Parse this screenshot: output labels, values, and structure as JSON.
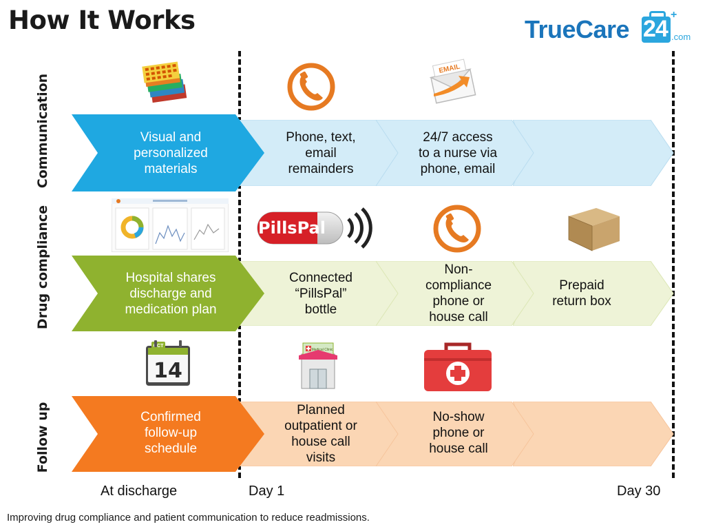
{
  "title": "How It Works",
  "logo": {
    "text": "TrueCare",
    "number": "24",
    "plus": "+",
    "suffix": ".com"
  },
  "rows": [
    {
      "label": "Communication",
      "cells": [
        "Visual and\npersonalized\nmaterials",
        "Phone, text,\nemail\nremainders",
        "24/7 access\nto a nurse via\nphone, email",
        ""
      ]
    },
    {
      "label": "Drug compliance",
      "cells": [
        "Hospital shares\ndischarge and\nmedication plan",
        "Connected\n“PillsPal”\nbottle",
        "Non-\ncompliance\nphone or\nhouse call",
        "Prepaid\nreturn box"
      ]
    },
    {
      "label": "Follow up",
      "cells": [
        "Confirmed\nfollow-up\nschedule",
        "Planned\noutpatient or\nhouse call\nvisits",
        "No-show\nphone or\nhouse call",
        ""
      ]
    }
  ],
  "icons": {
    "pillspal_text": "PillsPal",
    "calendar_month": "OCT",
    "calendar_day": "14",
    "email_text": "EMAIL",
    "clinic_sign": "Medical Clinic"
  },
  "timeline": {
    "start": "At discharge",
    "day1": "Day 1",
    "day30": "Day 30"
  },
  "footer": "Improving drug compliance and patient communication to reduce readmissions.",
  "colors": {
    "comm_main": "#1fa8e1",
    "comm_light": "#d3ecf8",
    "drug_main": "#8fb22f",
    "drug_light": "#eef3d7",
    "follow_main": "#f47a20",
    "follow_light": "#fbd6b4",
    "phone": "#e67a22",
    "kit": "#e43d3d",
    "brand": "#1b75bb"
  }
}
